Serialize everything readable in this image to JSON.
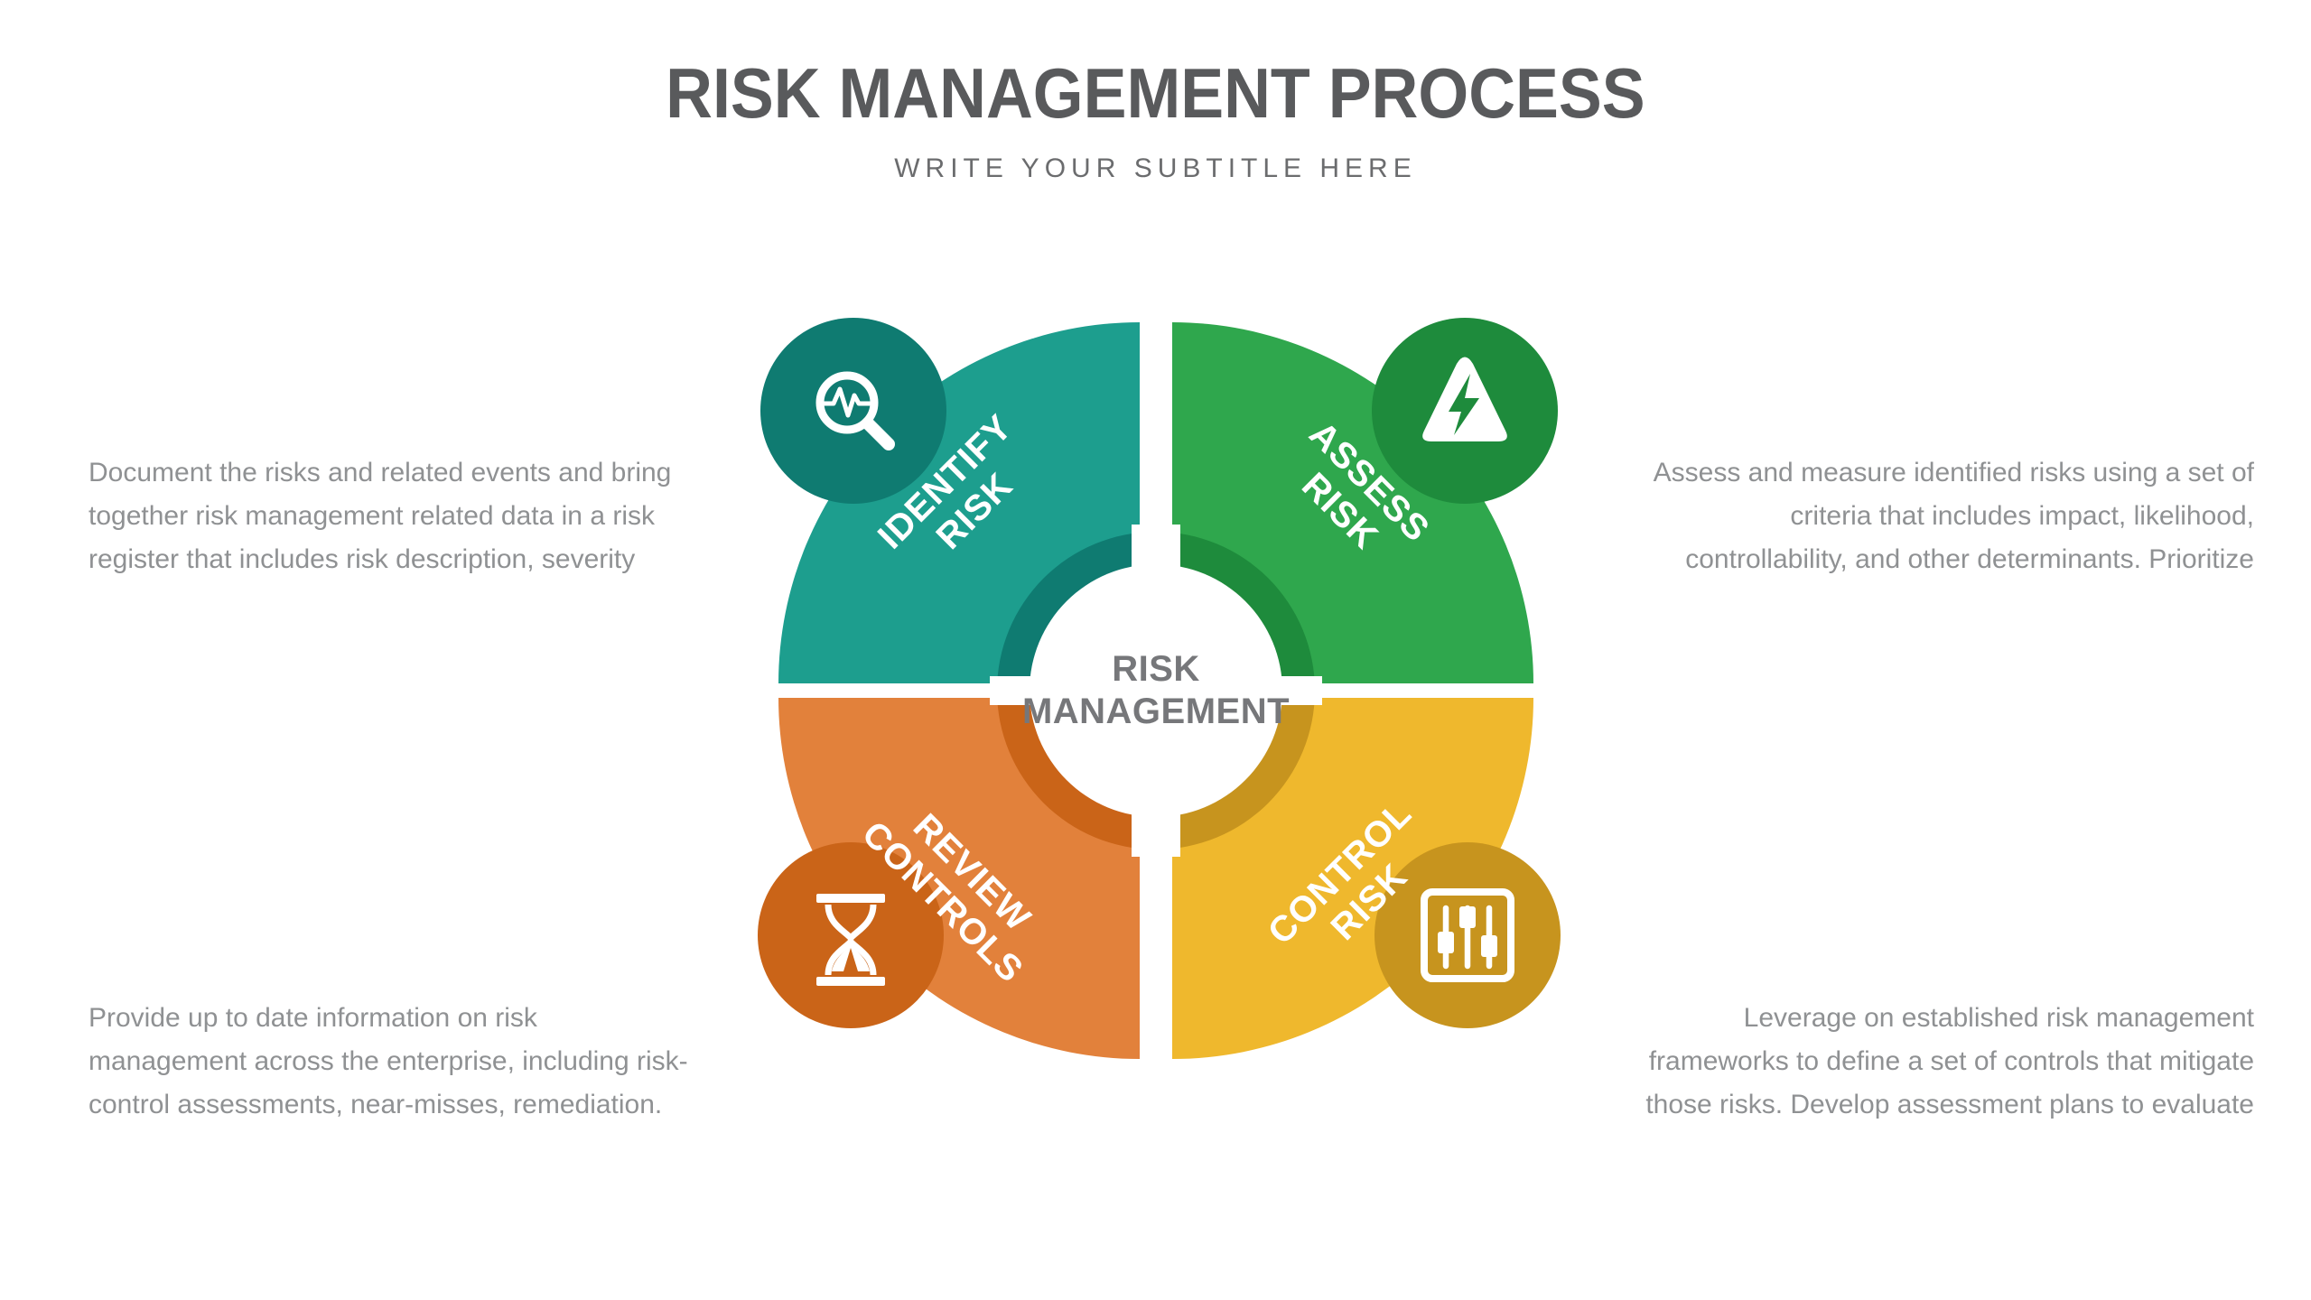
{
  "title": "RISK MANAGEMENT PROCESS",
  "subtitle": "WRITE YOUR SUBTITLE HERE",
  "center_label": "RISK\nMANAGEMENT",
  "quadrants": [
    {
      "name": "identify-risk",
      "label": "IDENTIFY\nRISK",
      "color": "#1D9E8E",
      "dark_color": "#0F7B71",
      "icon": "magnifier-pulse-icon",
      "description": "Document the risks and related events and bring\ntogether risk management related data in a risk\nregister that includes risk description, severity"
    },
    {
      "name": "assess-risk",
      "label": "ASSESS\nRISK",
      "color": "#2FA74D",
      "dark_color": "#1E8B3C",
      "icon": "warning-bolt-triangle-icon",
      "description": "Assess and measure identified risks using a set of\ncriteria that includes impact, likelihood,\ncontrollability, and other determinants. Prioritize"
    },
    {
      "name": "review-controls",
      "label": "REVIEW\nCONTROLS",
      "color": "#E2813B",
      "dark_color": "#CA6418",
      "icon": "hourglass-icon",
      "description": "Provide up to date information on risk\nmanagement across the enterprise, including risk-\ncontrol assessments, near-misses, remediation."
    },
    {
      "name": "control-risk",
      "label": "CONTROL\nRISK",
      "color": "#EFB82D",
      "dark_color": "#C7941E",
      "icon": "sliders-icon",
      "description": "Leverage on established risk management\nframeworks to define a set of controls that mitigate\nthose risks. Develop assessment plans to evaluate"
    }
  ]
}
